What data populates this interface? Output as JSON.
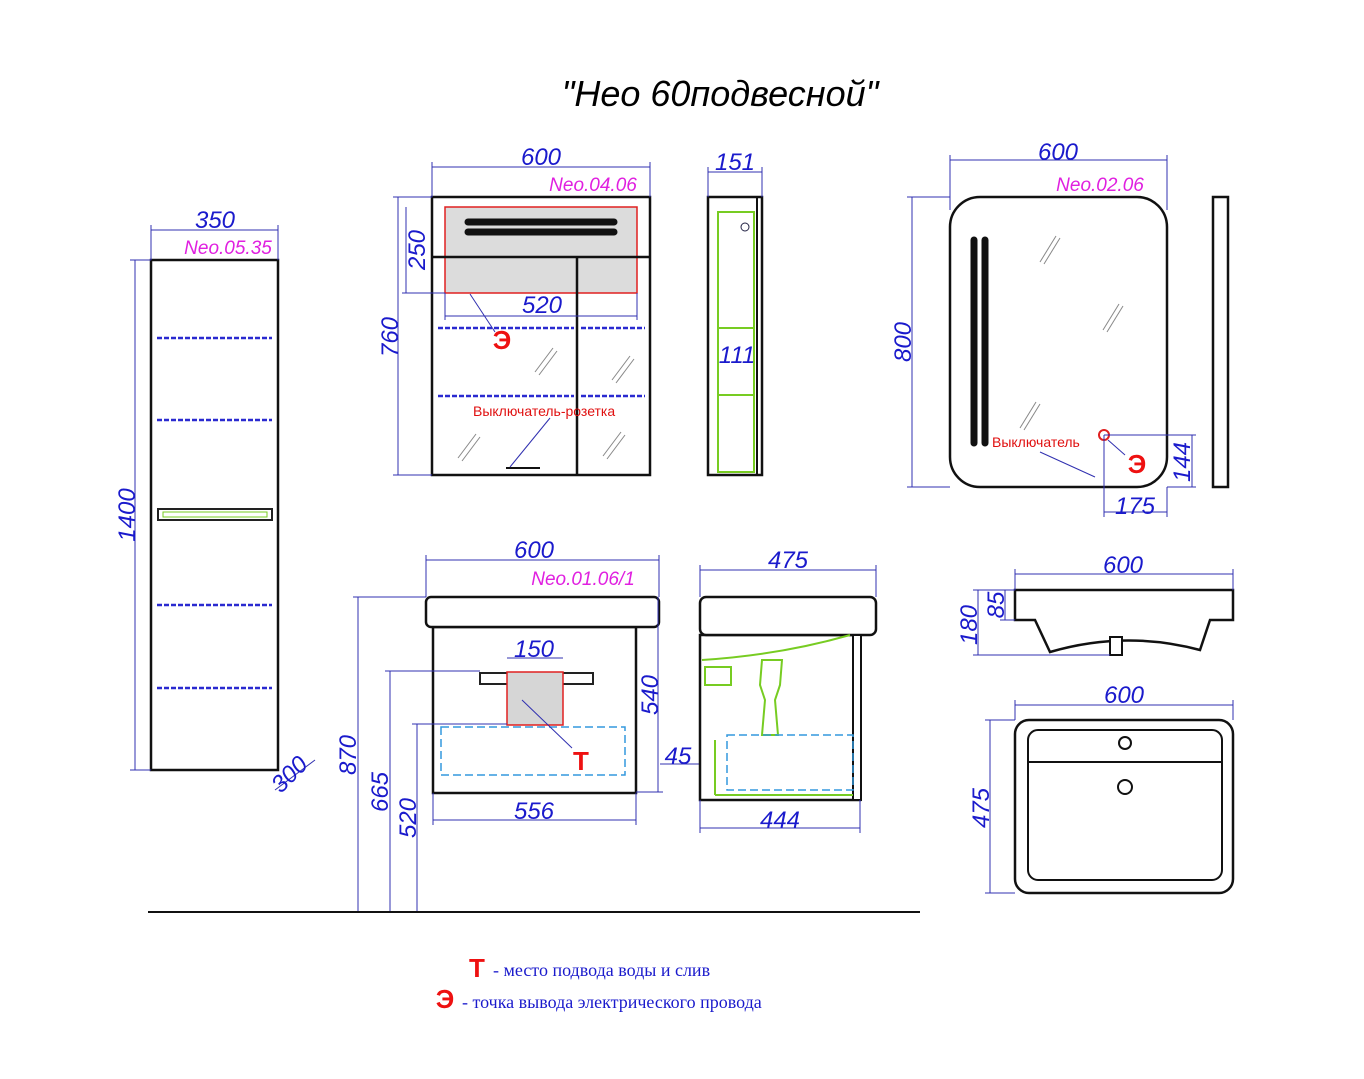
{
  "title": "\"Нео 60подвесной\"",
  "tall_cabinet": {
    "code": "Neo.05.35",
    "width": "350",
    "height": "1400",
    "depth": "300"
  },
  "mirror_cabinet": {
    "code": "Neo.04.06",
    "width": "600",
    "height": "760",
    "lamp_height": "250",
    "lamp_width": "520",
    "side_depth": "151",
    "shelf_depth": "111",
    "switch_label": "Выключатель-розетка",
    "electric_mark": "Э"
  },
  "mirror": {
    "code": "Neo.02.06",
    "width": "600",
    "height": "800",
    "switch_label": "Выключатель",
    "electric_mark": "Э",
    "switch_height": "144",
    "switch_offset": "175"
  },
  "vanity": {
    "code": "Neo.01.06/1",
    "width": "600",
    "body_width": "556",
    "height": "540",
    "total_height": "870",
    "height_665": "665",
    "height_520": "520",
    "water_zone": "150",
    "water_mark": "Т",
    "side_depth": "475",
    "body_depth": "444",
    "offset": "45"
  },
  "sink": {
    "width_front": "600",
    "height": "180",
    "rim": "85",
    "width_top": "600",
    "depth": "475"
  },
  "legend": [
    {
      "mark": "Т",
      "text": "- место подвода воды и слив"
    },
    {
      "mark": "Э",
      "text": "- точка вывода электрического провода"
    }
  ],
  "colors": {
    "dimension": "#1a1acc",
    "code": "#e020e0",
    "marker": "#ee1111"
  }
}
